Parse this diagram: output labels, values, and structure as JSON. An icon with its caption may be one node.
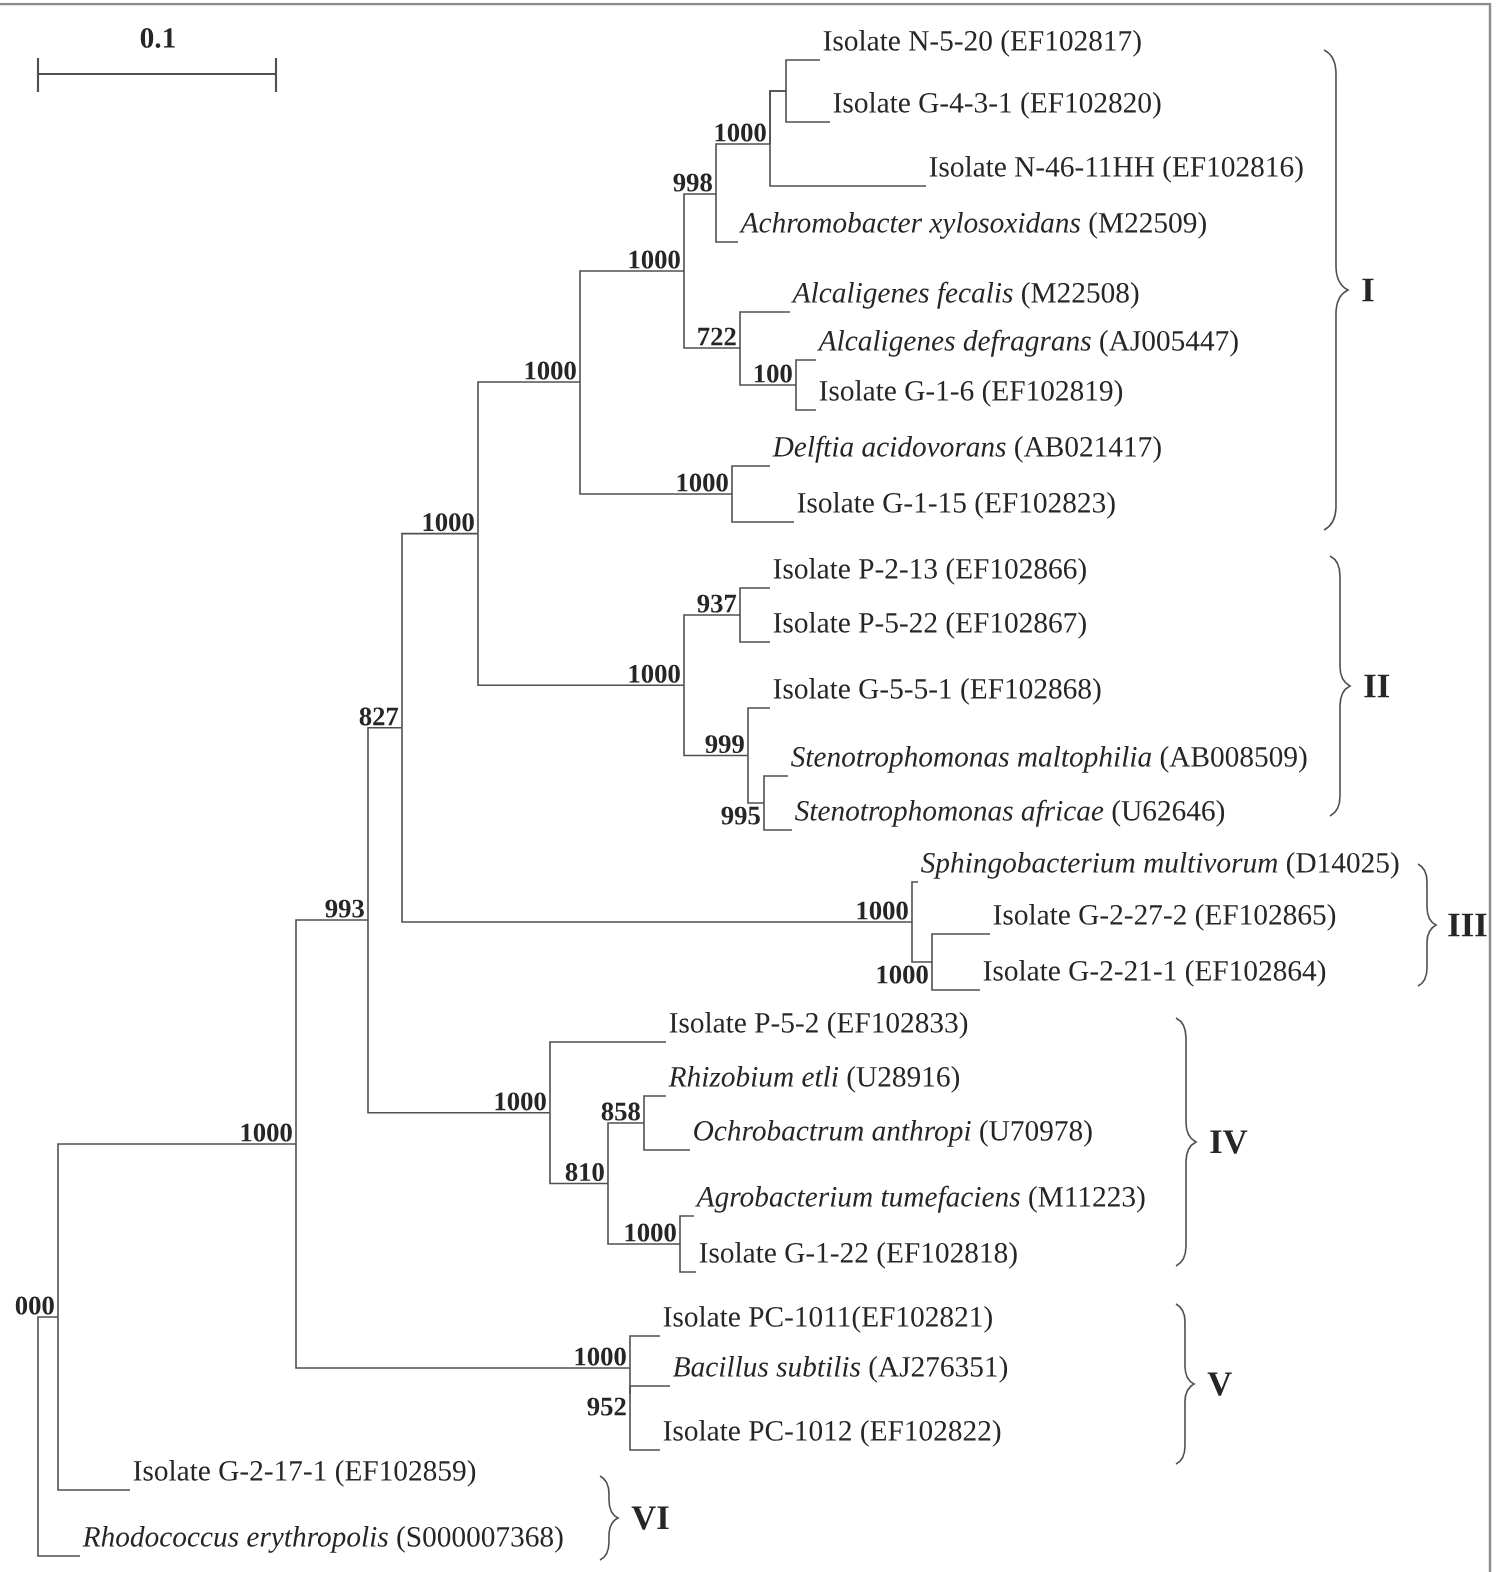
{
  "diagram": {
    "nodes": [
      {
        "text": [
          "Isolate N-5-20 (EF102817)"
        ]
      },
      {
        "text": [
          "Isolate G-4-3-1 (EF102820)"
        ]
      },
      {
        "text": [
          "1000"
        ]
      },
      {
        "text": [
          "Isolate N-46-11HH (EF102816)"
        ]
      },
      {
        "text": [
          "998"
        ]
      },
      {
        "text": [
          "*Achromobacter xylosoxidans* (M22509)"
        ]
      },
      {
        "text": [
          "1000"
        ]
      },
      {
        "text": [
          "*Alcaligenes fecalis* (M22508)"
        ]
      },
      {
        "text": [
          "722"
        ]
      },
      {
        "text": [
          "*Alcaligenes defragrans* (AJ005447)"
        ]
      },
      {
        "text": [
          "1000"
        ]
      },
      {
        "text": [
          "100"
        ]
      },
      {
        "text": [
          "Isolate G-1-6 (EF102819)"
        ]
      },
      {
        "text": [
          "*Delftia acidovorans* (AB021417)"
        ]
      },
      {
        "text": [
          "1000"
        ]
      },
      {
        "text": [
          "Isolate G-1-15 (EF102823)"
        ]
      },
      {
        "text": [
          "1000"
        ]
      },
      {
        "text": [
          "Isolate P-2-13 (EF102866)"
        ]
      },
      {
        "text": [
          "937"
        ]
      },
      {
        "text": [
          "Isolate P-5-22 (EF102867)"
        ]
      },
      {
        "text": [
          "1000"
        ]
      },
      {
        "text": [
          "Isolate G-5-5-1 (EF102868)"
        ]
      },
      {
        "text": [
          "827"
        ]
      },
      {
        "text": [
          "999"
        ]
      },
      {
        "text": [
          "*Stenotrophomonas maltophilia* (AB008509)"
        ]
      },
      {
        "text": [
          "995"
        ]
      },
      {
        "text": [
          "*Stenotrophomonas africae* (U62646)"
        ]
      },
      {
        "text": [
          "*Sphingobacterium multivorum* (D14025)"
        ]
      },
      {
        "text": [
          "1000"
        ]
      },
      {
        "text": [
          "993"
        ]
      },
      {
        "text": [
          "Isolate G-2-27-2 (EF102865)"
        ]
      },
      {
        "text": [
          "1000"
        ]
      },
      {
        "text": [
          "Isolate G-2-21-1 (EF102864)"
        ]
      },
      {
        "text": [
          "Isolate P-5-2 (EF102833)"
        ]
      },
      {
        "text": [
          "*Rhizobium etli* (U28916)"
        ]
      },
      {
        "text": [
          "1000"
        ]
      },
      {
        "text": [
          "858"
        ]
      },
      {
        "text": [
          "1000"
        ]
      },
      {
        "text": [
          "*Ochrobactrum anthropi* (U70978)"
        ]
      },
      {
        "text": [
          "810"
        ]
      },
      {
        "text": [
          "*Agrobacterium tumefaciens* (M11223)"
        ]
      },
      {
        "text": [
          "1000"
        ]
      },
      {
        "text": [
          "Isolate G-1-22 (EF102818)"
        ]
      },
      {
        "text": [
          "000"
        ]
      },
      {
        "text": [
          "Isolate PC-1011(EF102821)"
        ]
      },
      {
        "text": [
          "1000"
        ]
      },
      {
        "text": [
          "*Bacillus subtilis* (AJ276351)"
        ]
      },
      {
        "text": [
          "952"
        ]
      },
      {
        "text": [
          "Isolate PC-1012 (EF102822)"
        ]
      },
      {
        "text": [
          "Isolate G-2-17-1 (EF102859)"
        ]
      },
      {
        "text": [
          "*Rhodococcus erythropolis* (S000007368)"
        ]
      }
    ],
    "edges": [
      {
        "from": 43,
        "to": 37,
        "arrow": "none"
      },
      {
        "from": 43,
        "to": 49,
        "arrow": "none"
      },
      {
        "from": 43,
        "to": 50,
        "arrow": "none"
      },
      {
        "from": 37,
        "to": 29,
        "arrow": "none"
      },
      {
        "from": 37,
        "to": 45,
        "arrow": "none"
      },
      {
        "from": 29,
        "to": 22,
        "arrow": "none"
      },
      {
        "from": 29,
        "to": 35,
        "arrow": "none"
      },
      {
        "from": 22,
        "to": 16,
        "arrow": "none"
      },
      {
        "from": 22,
        "to": 28,
        "arrow": "none"
      },
      {
        "from": 16,
        "to": 10,
        "arrow": "none"
      },
      {
        "from": 16,
        "to": 20,
        "arrow": "none"
      },
      {
        "from": 10,
        "to": 6,
        "arrow": "none"
      },
      {
        "from": 10,
        "to": 14,
        "arrow": "none"
      },
      {
        "from": 6,
        "to": 4,
        "arrow": "none"
      },
      {
        "from": 6,
        "to": 8,
        "arrow": "none"
      },
      {
        "from": 4,
        "to": 2,
        "arrow": "none"
      },
      {
        "from": 4,
        "to": 5,
        "arrow": "none"
      },
      {
        "from": 2,
        "to": 0,
        "arrow": "none"
      },
      {
        "from": 2,
        "to": 1,
        "arrow": "none"
      },
      {
        "from": 2,
        "to": 3,
        "arrow": "none"
      },
      {
        "from": 8,
        "to": 7,
        "arrow": "none"
      },
      {
        "from": 8,
        "to": 11,
        "arrow": "none"
      },
      {
        "from": 11,
        "to": 9,
        "arrow": "none"
      },
      {
        "from": 11,
        "to": 12,
        "arrow": "none"
      },
      {
        "from": 14,
        "to": 13,
        "arrow": "none"
      },
      {
        "from": 14,
        "to": 15,
        "arrow": "none"
      },
      {
        "from": 20,
        "to": 18,
        "arrow": "none"
      },
      {
        "from": 20,
        "to": 23,
        "arrow": "none"
      },
      {
        "from": 18,
        "to": 17,
        "arrow": "none"
      },
      {
        "from": 18,
        "to": 19,
        "arrow": "none"
      },
      {
        "from": 23,
        "to": 21,
        "arrow": "none"
      },
      {
        "from": 23,
        "to": 25,
        "arrow": "none"
      },
      {
        "from": 25,
        "to": 24,
        "arrow": "none"
      },
      {
        "from": 25,
        "to": 26,
        "arrow": "none"
      },
      {
        "from": 28,
        "to": 27,
        "arrow": "none"
      },
      {
        "from": 28,
        "to": 31,
        "arrow": "none"
      },
      {
        "from": 31,
        "to": 30,
        "arrow": "none"
      },
      {
        "from": 31,
        "to": 32,
        "arrow": "none"
      },
      {
        "from": 35,
        "to": 33,
        "arrow": "none"
      },
      {
        "from": 35,
        "to": 39,
        "arrow": "none"
      },
      {
        "from": 39,
        "to": 36,
        "arrow": "none"
      },
      {
        "from": 39,
        "to": 41,
        "arrow": "none"
      },
      {
        "from": 36,
        "to": 34,
        "arrow": "none"
      },
      {
        "from": 36,
        "to": 38,
        "arrow": "none"
      },
      {
        "from": 41,
        "to": 40,
        "arrow": "none"
      },
      {
        "from": 41,
        "to": 42,
        "arrow": "none"
      },
      {
        "from": 45,
        "to": 44,
        "arrow": "none"
      },
      {
        "from": 45,
        "to": 47,
        "arrow": "none"
      },
      {
        "from": 47,
        "to": 46,
        "arrow": "none"
      },
      {
        "from": 47,
        "to": 48,
        "arrow": "none"
      }
    ],
    "labels": [
      "0.1",
      "I",
      "II",
      "III",
      "IV",
      "V",
      "VI"
    ]
  }
}
